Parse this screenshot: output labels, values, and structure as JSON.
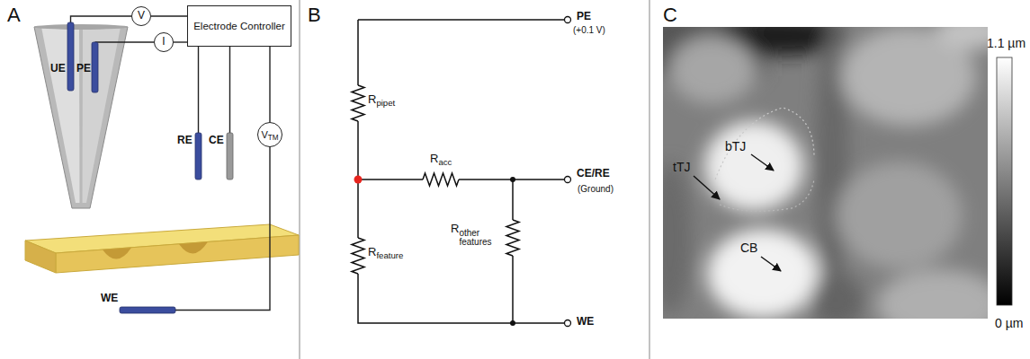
{
  "diagram": {
    "nodes": [
      {
        "text": [
          "V"
        ]
      },
      {
        "text": [
          "I"
        ]
      },
      {
        "text": [
          "Electrode Controller"
        ]
      },
      {
        "text": [
          "VTM"
        ]
      }
    ],
    "edges": [
      {
        "from": 0,
        "to": 2,
        "arrow": "none"
      },
      {
        "from": 1,
        "to": 2,
        "arrow": "none"
      },
      {
        "from": 2,
        "to": 3,
        "arrow": "none"
      }
    ],
    "labels": [
      "A",
      "UE",
      "PE",
      "RE",
      "CE",
      "WE",
      "B",
      "PE",
      "(+0.1 V)",
      "Rpipet",
      "Racc",
      "CE/RE",
      "(Ground)",
      "Rfeature",
      "Rother features",
      "WE",
      "C",
      "1.1 µm",
      "0 µm",
      "tTJ",
      "bTJ",
      "CB"
    ]
  }
}
